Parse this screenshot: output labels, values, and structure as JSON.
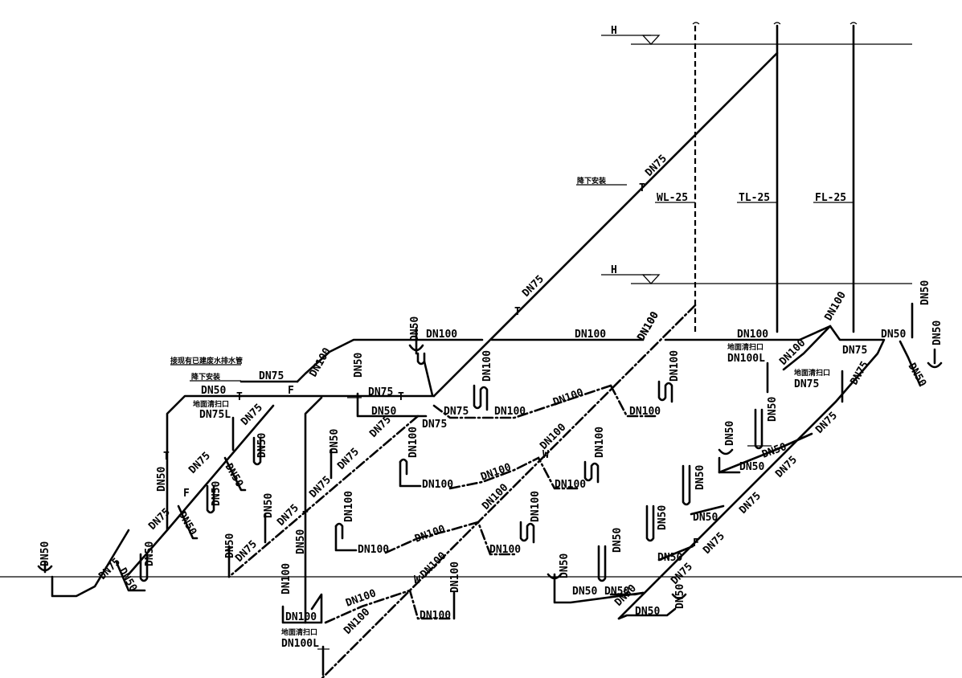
{
  "diagram": {
    "level_marks": [
      "H",
      "H"
    ],
    "risers": [
      {
        "id": "wl",
        "label": "WL-25"
      },
      {
        "id": "tl",
        "label": "TL-25"
      },
      {
        "id": "fl",
        "label": "FL-25"
      }
    ],
    "notes": {
      "below_slab": "降下安装",
      "vent_connect": "接现有已建废水排水管",
      "cleanout": "地面清扫口"
    },
    "pipe_labels": {
      "dn50": "DN50",
      "dn75": "DN75",
      "dn100": "DN100",
      "dn100l": "DN100L",
      "dn75l": "DN75L"
    },
    "fitting_marks": {
      "t": "T",
      "f": "F",
      "w": "W"
    }
  }
}
